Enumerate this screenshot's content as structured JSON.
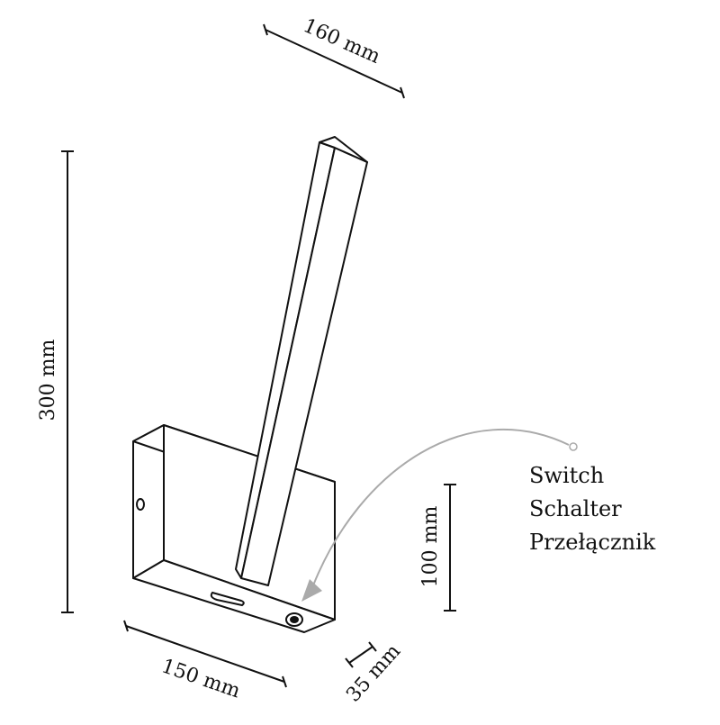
{
  "dimensions": {
    "height": "300 mm",
    "top_depth": "160 mm",
    "base_width": "150 mm",
    "base_depth": "35 mm",
    "base_height": "100 mm"
  },
  "switch_labels": [
    "Switch",
    "Schalter",
    "Przełącznik"
  ],
  "colors": {
    "outline": "#111111",
    "pointer": "#aaaaaa",
    "background": "#ffffff"
  }
}
